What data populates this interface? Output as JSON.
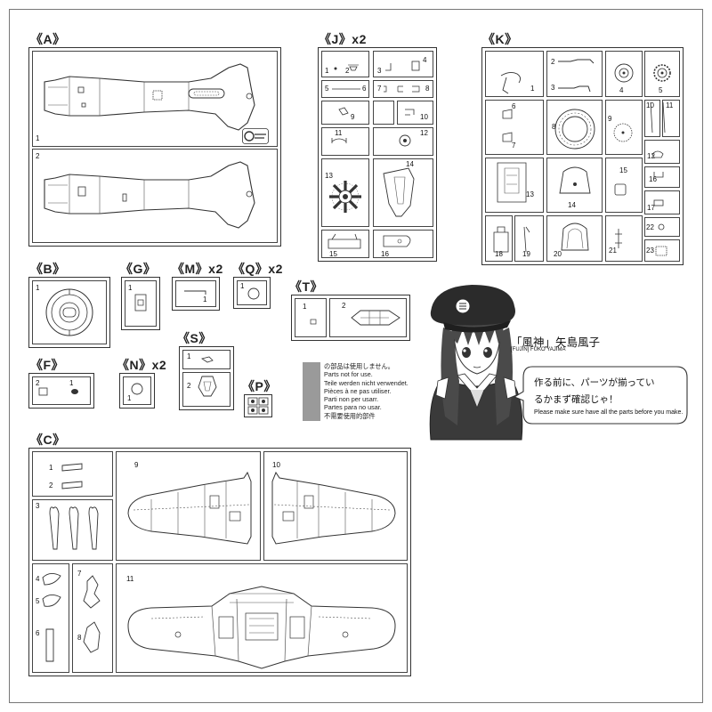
{
  "sprues": {
    "A": {
      "label": "《A》",
      "parts": [
        "1",
        "2"
      ]
    },
    "J": {
      "label": "《J》x2",
      "parts": [
        "1",
        "2",
        "3",
        "4",
        "5",
        "6",
        "7",
        "8",
        "9",
        "10",
        "11",
        "12",
        "13",
        "14",
        "15",
        "16"
      ]
    },
    "K": {
      "label": "《K》",
      "parts": [
        "1",
        "2",
        "3",
        "4",
        "5",
        "6",
        "7",
        "8",
        "9",
        "10",
        "11",
        "12",
        "13",
        "14",
        "15",
        "16",
        "17",
        "18",
        "19",
        "20",
        "21",
        "22",
        "23"
      ]
    },
    "B": {
      "label": "《B》",
      "parts": [
        "1"
      ]
    },
    "G": {
      "label": "《G》",
      "parts": [
        "1"
      ]
    },
    "M": {
      "label": "《M》x2",
      "parts": [
        "1"
      ]
    },
    "Q": {
      "label": "《Q》x2",
      "parts": [
        "1"
      ]
    },
    "T": {
      "label": "《T》",
      "parts": [
        "1",
        "2"
      ]
    },
    "F": {
      "label": "《F》",
      "parts": [
        "1",
        "2"
      ]
    },
    "N": {
      "label": "《N》x2",
      "parts": [
        "1"
      ]
    },
    "S": {
      "label": "《S》",
      "parts": [
        "1",
        "2"
      ]
    },
    "P": {
      "label": "《P》",
      "parts": []
    },
    "C": {
      "label": "《C》",
      "parts": [
        "1",
        "2",
        "3",
        "4",
        "5",
        "6",
        "7",
        "8",
        "9",
        "10",
        "11"
      ]
    }
  },
  "legend": {
    "swatch_color": "#9a9a9a",
    "lines": [
      "の部品は使用しません。",
      "Parts not for use.",
      "Teile werden nicht verwendet.",
      "Pièces à ne pas utiliser.",
      "Parti non per usarr.",
      "Partes para no usar.",
      "不需要使用的部件"
    ]
  },
  "character": {
    "name": "「風神」矢島風子",
    "name_en": "[FUJIN] FUKO YAJIMA",
    "speech_jp_1": "作る前に、パーツが揃ってい",
    "speech_jp_2": "るかまず確認じゃ！",
    "speech_en": "Please make sure have all the parts before you make."
  },
  "colors": {
    "line": "#333333",
    "hair": "#4a4a4a",
    "cap": "#2b2b2b"
  }
}
